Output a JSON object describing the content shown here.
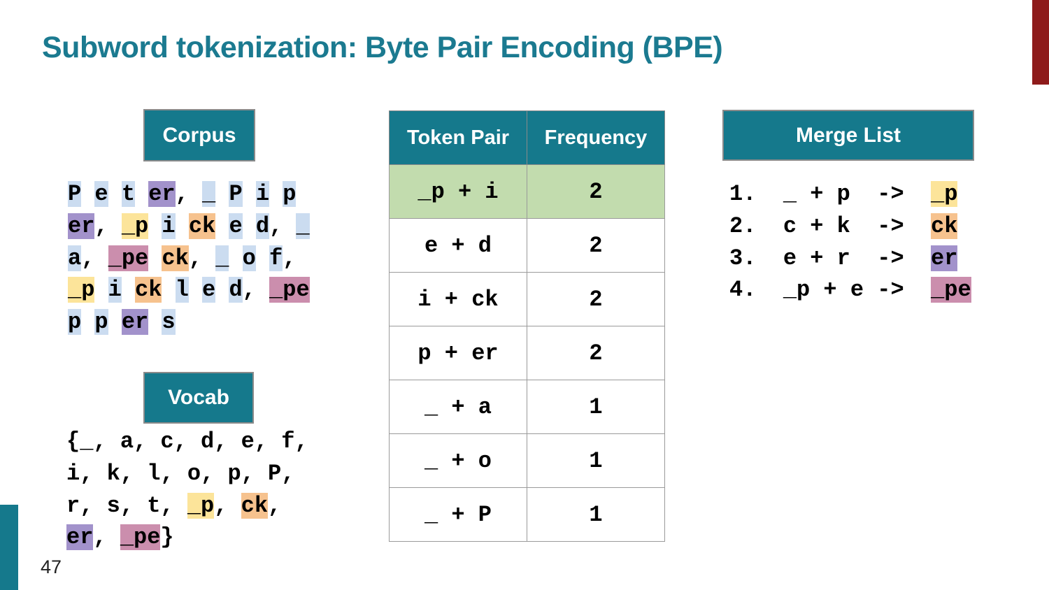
{
  "slide": {
    "title": "Subword tokenization: Byte Pair Encoding (BPE)",
    "page_number": "47"
  },
  "colors": {
    "teal": "#15798c",
    "title_teal": "#1b7a90",
    "red_accent": "#8e1b1b",
    "highlight_blue": "#cbdcf0",
    "highlight_purple": "#a292cb",
    "highlight_yellow": "#fce49a",
    "highlight_orange": "#f6c28e",
    "highlight_pink": "#cb8ead",
    "highlight_green": "#c2dcae"
  },
  "corpus": {
    "label": "Corpus",
    "lines": [
      [
        {
          "t": "P",
          "h": "blue"
        },
        {
          "t": " "
        },
        {
          "t": "e",
          "h": "blue"
        },
        {
          "t": " "
        },
        {
          "t": "t",
          "h": "blue"
        },
        {
          "t": " "
        },
        {
          "t": "er",
          "h": "purple"
        },
        {
          "t": ", "
        },
        {
          "t": "_",
          "h": "blue"
        },
        {
          "t": " "
        },
        {
          "t": "P",
          "h": "blue"
        },
        {
          "t": " "
        },
        {
          "t": "i",
          "h": "blue"
        },
        {
          "t": " "
        },
        {
          "t": "p",
          "h": "blue"
        }
      ],
      [
        {
          "t": "er",
          "h": "purple"
        },
        {
          "t": ", "
        },
        {
          "t": "_p",
          "h": "yellow"
        },
        {
          "t": " "
        },
        {
          "t": "i",
          "h": "blue"
        },
        {
          "t": " "
        },
        {
          "t": "ck",
          "h": "orange"
        },
        {
          "t": " "
        },
        {
          "t": "e",
          "h": "blue"
        },
        {
          "t": " "
        },
        {
          "t": "d",
          "h": "blue"
        },
        {
          "t": ", "
        },
        {
          "t": "_",
          "h": "blue"
        }
      ],
      [
        {
          "t": "a",
          "h": "blue"
        },
        {
          "t": ", "
        },
        {
          "t": "_pe",
          "h": "pink"
        },
        {
          "t": " "
        },
        {
          "t": "ck",
          "h": "orange"
        },
        {
          "t": ", "
        },
        {
          "t": "_",
          "h": "blue"
        },
        {
          "t": " "
        },
        {
          "t": "o",
          "h": "blue"
        },
        {
          "t": " "
        },
        {
          "t": "f",
          "h": "blue"
        },
        {
          "t": ","
        }
      ],
      [
        {
          "t": "_p",
          "h": "yellow"
        },
        {
          "t": " "
        },
        {
          "t": "i",
          "h": "blue"
        },
        {
          "t": " "
        },
        {
          "t": "ck",
          "h": "orange"
        },
        {
          "t": " "
        },
        {
          "t": "l",
          "h": "blue"
        },
        {
          "t": " "
        },
        {
          "t": "e",
          "h": "blue"
        },
        {
          "t": " "
        },
        {
          "t": "d",
          "h": "blue"
        },
        {
          "t": ", "
        },
        {
          "t": "_pe",
          "h": "pink"
        }
      ],
      [
        {
          "t": "p",
          "h": "blue"
        },
        {
          "t": " "
        },
        {
          "t": "p",
          "h": "blue"
        },
        {
          "t": " "
        },
        {
          "t": "er",
          "h": "purple"
        },
        {
          "t": " "
        },
        {
          "t": "s",
          "h": "blue"
        }
      ]
    ]
  },
  "vocab": {
    "label": "Vocab",
    "lines": [
      [
        {
          "t": "{_, a, c, d, e, f,"
        }
      ],
      [
        {
          "t": "i, k, l, o, p, P,"
        }
      ],
      [
        {
          "t": "r, s, t, "
        },
        {
          "t": "_p",
          "h": "yellow"
        },
        {
          "t": ", "
        },
        {
          "t": "ck",
          "h": "orange"
        },
        {
          "t": ","
        }
      ],
      [
        {
          "t": "er",
          "h": "purple"
        },
        {
          "t": ", "
        },
        {
          "t": "_pe",
          "h": "pink"
        },
        {
          "t": "}"
        }
      ]
    ]
  },
  "pair_table": {
    "headers": [
      "Token Pair",
      "Frequency"
    ],
    "rows": [
      {
        "pair": "_p + i",
        "freq": "2",
        "highlighted": true
      },
      {
        "pair": "e + d",
        "freq": "2",
        "highlighted": false
      },
      {
        "pair": "i + ck",
        "freq": "2",
        "highlighted": false
      },
      {
        "pair": "p + er",
        "freq": "2",
        "highlighted": false
      },
      {
        "pair": "_ + a",
        "freq": "1",
        "highlighted": false
      },
      {
        "pair": "_ + o",
        "freq": "1",
        "highlighted": false
      },
      {
        "pair": "_ + P",
        "freq": "1",
        "highlighted": false
      }
    ]
  },
  "merge_list": {
    "label": "Merge List",
    "items": [
      [
        {
          "t": "1.  _ + p  ->  "
        },
        {
          "t": "_p",
          "h": "yellow"
        }
      ],
      [
        {
          "t": "2.  c + k  ->  "
        },
        {
          "t": "ck",
          "h": "orange"
        }
      ],
      [
        {
          "t": "3.  e + r  ->  "
        },
        {
          "t": "er",
          "h": "purple"
        }
      ],
      [
        {
          "t": "4.  _p + e ->  "
        },
        {
          "t": "_pe",
          "h": "pink"
        }
      ]
    ]
  }
}
